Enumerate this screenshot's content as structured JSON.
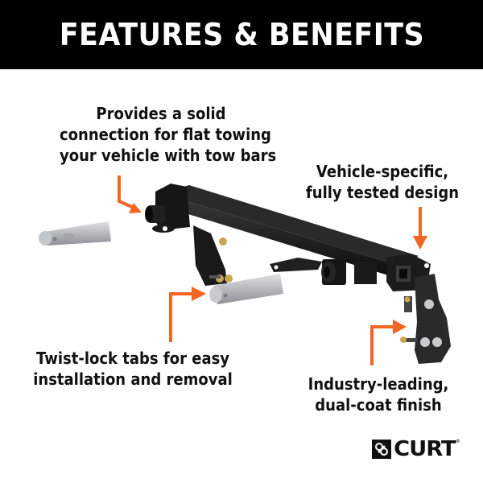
{
  "header": {
    "title": "FEATURES & BENEFITS",
    "background": "#000000",
    "text_color": "#ffffff"
  },
  "callouts": [
    {
      "id": "top-left",
      "lines": [
        "Provides a solid",
        "connection for flat towing",
        "your vehicle with tow bars"
      ]
    },
    {
      "id": "top-right",
      "lines": [
        "Vehicle-specific,",
        "fully tested design"
      ]
    },
    {
      "id": "bottom-left",
      "lines": [
        "Twist-lock tabs for easy",
        "installation and removal"
      ]
    },
    {
      "id": "bottom-right",
      "lines": [
        "Industry-leading,",
        "dual-coat finish"
      ]
    }
  ],
  "colors": {
    "arrow": "#f26522",
    "text": "#111111",
    "bracket": "#1c1c1c",
    "tab": "#b9bcbf"
  },
  "illustration": {
    "subject": "tow bar base plate bracket with twist-lock tabs"
  },
  "logo": {
    "text": "CURT",
    "trademark": "®",
    "icon": "curt-logo-mark-icon"
  }
}
